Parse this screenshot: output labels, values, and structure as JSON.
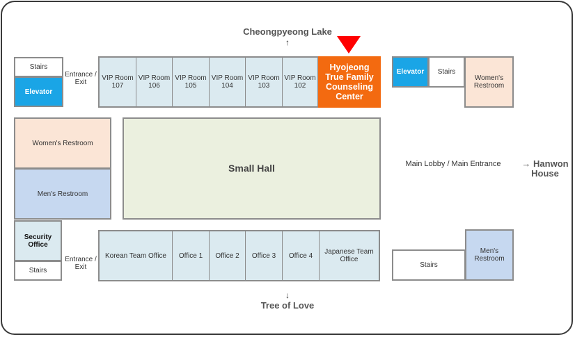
{
  "directions": {
    "north_label": "Cheongpyeong Lake",
    "north_arrow": "↑",
    "south_label": "Tree of Love",
    "south_arrow": "↓",
    "east_arrow": "→",
    "east_label_line1": "Hanwon",
    "east_label_line2": "House"
  },
  "lobby": {
    "label": "Main Lobby / Main Entrance"
  },
  "entrances": {
    "top": {
      "line1": "Entrance /",
      "line2": "Exit"
    },
    "bottom": {
      "line1": "Entrance /",
      "line2": "Exit"
    }
  },
  "left_block": {
    "stairs_top": "Stairs",
    "elevator": "Elevator",
    "womens_restroom": "Women's Restroom",
    "mens_restroom": "Men's Restroom",
    "security_office_line1": "Security",
    "security_office_line2": "Office",
    "stairs_bottom": "Stairs"
  },
  "top_row": {
    "rooms": [
      {
        "line1": "VIP Room",
        "line2": "107"
      },
      {
        "line1": "VIP Room",
        "line2": "106"
      },
      {
        "line1": "VIP Room",
        "line2": "105"
      },
      {
        "line1": "VIP Room",
        "line2": "104"
      },
      {
        "line1": "VIP Room",
        "line2": "103"
      },
      {
        "line1": "VIP Room",
        "line2": "102"
      }
    ],
    "highlight": {
      "line1": "Hyojeong",
      "line2": "True Family",
      "line3": "Counseling",
      "line4": "Center",
      "marker_icon": "down-triangle-marker"
    }
  },
  "center": {
    "hall": "Small Hall"
  },
  "bottom_row": {
    "rooms": [
      {
        "line1": "Korean Team Office",
        "line2": ""
      },
      {
        "line1": "Office 1",
        "line2": ""
      },
      {
        "line1": "Office 2",
        "line2": ""
      },
      {
        "line1": "Office 3",
        "line2": ""
      },
      {
        "line1": "Office 4",
        "line2": ""
      },
      {
        "line1": "Japanese Team",
        "line2": "Office"
      }
    ]
  },
  "right_block": {
    "elevator": "Elevator",
    "stairs_top": "Stairs",
    "womens_restroom_line1": "Women's",
    "womens_restroom_line2": "Restroom",
    "stairs_bottom": "Stairs",
    "mens_restroom_line1": "Men's",
    "mens_restroom_line2": "Restroom"
  },
  "colors": {
    "highlight": "#f36a10",
    "marker": "#ff0000",
    "elevator": "#1aa5e6",
    "room": "#dbeaf0",
    "womens_restroom": "#fbe5d6",
    "mens_restroom": "#c6d8f0",
    "hall": "#ebf0df"
  }
}
